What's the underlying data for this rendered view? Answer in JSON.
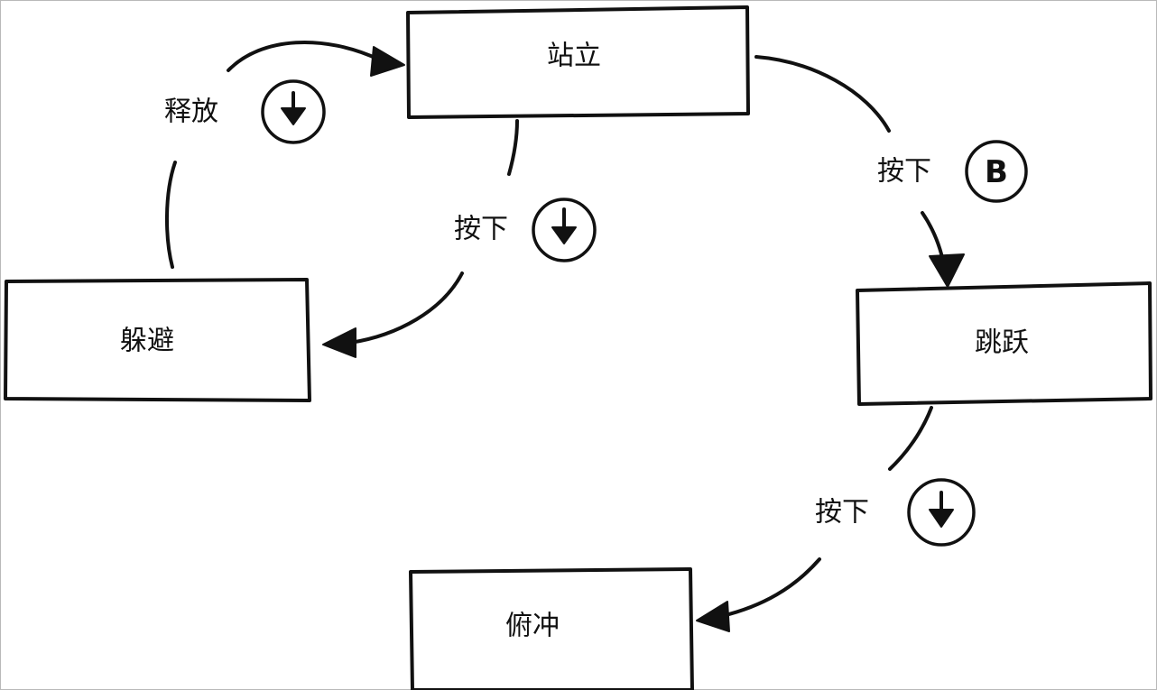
{
  "states": {
    "standing": "站立",
    "jumping": "跳跃",
    "ducking": "躲避",
    "diving": "俯冲"
  },
  "transitions": {
    "standing_to_jumping": {
      "label": "按下",
      "button": "B"
    },
    "standing_to_ducking": {
      "label": "按下",
      "button": "down-arrow-icon"
    },
    "ducking_to_standing": {
      "label": "释放",
      "button": "down-arrow-icon"
    },
    "jumping_to_diving": {
      "label": "按下",
      "button": "down-arrow-icon"
    }
  }
}
